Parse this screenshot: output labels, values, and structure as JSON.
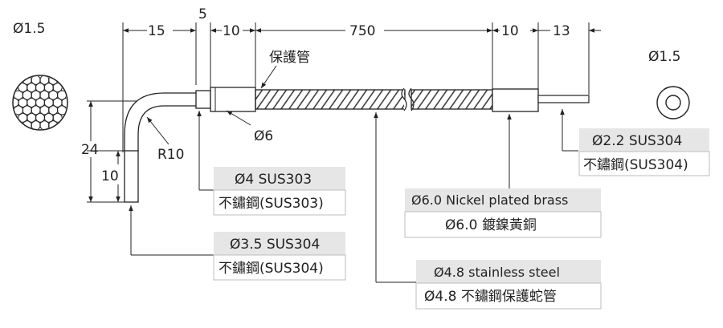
{
  "dimensions": {
    "diameter_left": "Ø1.5",
    "d15": "15",
    "d5": "5",
    "d10_a": "10",
    "d750": "750",
    "d10_b": "10",
    "d13": "13",
    "diameter_right": "Ø1.5",
    "d24": "24",
    "d10_v": "10",
    "radius": "R10",
    "dia6": "Ø6"
  },
  "labels": {
    "protective_tube": "保護管"
  },
  "callouts": {
    "tip": {
      "line1": "Ø2.2   SUS304",
      "line2": "不鏽鋼(SUS304)"
    },
    "ferrule": {
      "line1": "Ø4   SUS303",
      "line2": "不鏽鋼(SUS303)"
    },
    "nickel": {
      "line1": "Ø6.0 Nickel plated brass",
      "line2": "Ø6.0 鍍鎳黃銅"
    },
    "bent": {
      "line1": "Ø3.5   SUS304",
      "line2": "不鏽鋼(SUS304)"
    },
    "steel": {
      "line1": "Ø4.8 stainless steel",
      "line2": "Ø4.8 不鏽鋼保護蛇管"
    }
  }
}
